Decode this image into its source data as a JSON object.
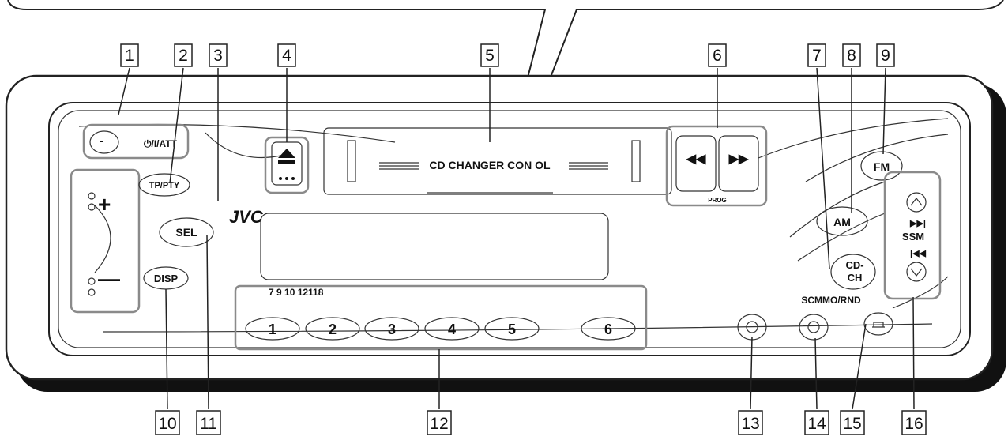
{
  "brand": "JVC",
  "buttons": {
    "minus": "-",
    "power_att": "⏻/I/ATT",
    "tp_pty": "TP/PTY",
    "sel": "SEL",
    "disp": "DISP",
    "fm": "FM",
    "am": "AM",
    "cd_ch_line1": "CD-",
    "cd_ch_line2": "CH",
    "ssm": "SSM",
    "prog": "PROG"
  },
  "display": {
    "cd_changer_text": "CD CHANGER CON    OL"
  },
  "preset_legend": "7 9 10 12118",
  "scm_legend": "SCMMO/RND",
  "presets": [
    "1",
    "2",
    "3",
    "4",
    "5",
    "6"
  ],
  "callouts": {
    "top": [
      "1",
      "2",
      "3",
      "4",
      "5",
      "6",
      "7",
      "8",
      "9"
    ],
    "bottom": [
      "10",
      "11",
      "12",
      "13",
      "14",
      "15",
      "16"
    ]
  }
}
